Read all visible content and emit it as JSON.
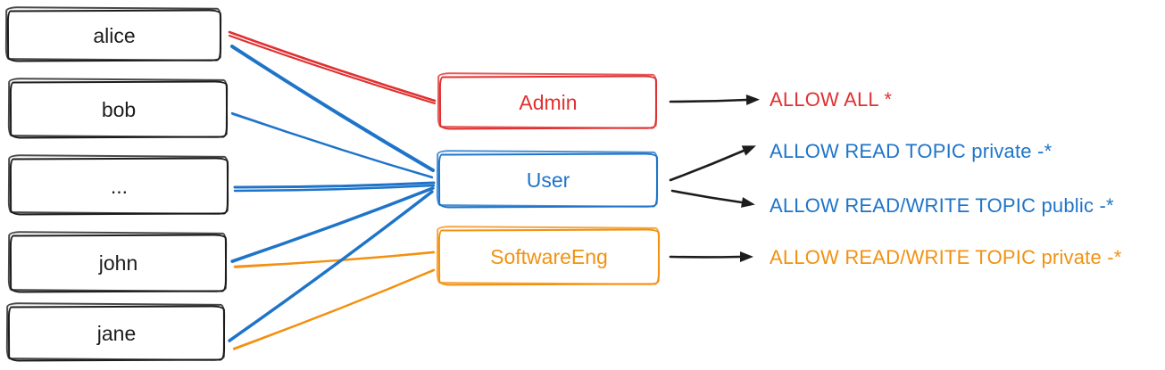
{
  "colors": {
    "ink": "#1c1c1c",
    "red": "#e03131",
    "blue": "#1e74c9",
    "orange": "#f29111"
  },
  "users": [
    {
      "label": "alice"
    },
    {
      "label": "bob"
    },
    {
      "label": "..."
    },
    {
      "label": "john"
    },
    {
      "label": "jane"
    }
  ],
  "roles": [
    {
      "label": "Admin",
      "color": "red"
    },
    {
      "label": "User",
      "color": "blue"
    },
    {
      "label": "SoftwareEng",
      "color": "orange"
    }
  ],
  "permissions": [
    {
      "label": "ALLOW ALL *",
      "color": "red"
    },
    {
      "label": "ALLOW READ TOPIC private -*",
      "color": "blue"
    },
    {
      "label": "ALLOW READ/WRITE TOPIC public -*",
      "color": "blue"
    },
    {
      "label": "ALLOW READ/WRITE TOPIC private -*",
      "color": "orange"
    }
  ],
  "edges": {
    "user_role": [
      {
        "from": "alice",
        "to": "Admin"
      },
      {
        "from": "alice",
        "to": "User"
      },
      {
        "from": "bob",
        "to": "User"
      },
      {
        "from": "...",
        "to": "User"
      },
      {
        "from": "john",
        "to": "User"
      },
      {
        "from": "john",
        "to": "SoftwareEng"
      },
      {
        "from": "jane",
        "to": "User"
      },
      {
        "from": "jane",
        "to": "SoftwareEng"
      }
    ],
    "role_permission": [
      {
        "from": "Admin",
        "to": "ALLOW ALL *"
      },
      {
        "from": "User",
        "to": "ALLOW READ TOPIC private -*"
      },
      {
        "from": "User",
        "to": "ALLOW READ/WRITE TOPIC public -*"
      },
      {
        "from": "SoftwareEng",
        "to": "ALLOW READ/WRITE TOPIC private -*"
      }
    ]
  }
}
